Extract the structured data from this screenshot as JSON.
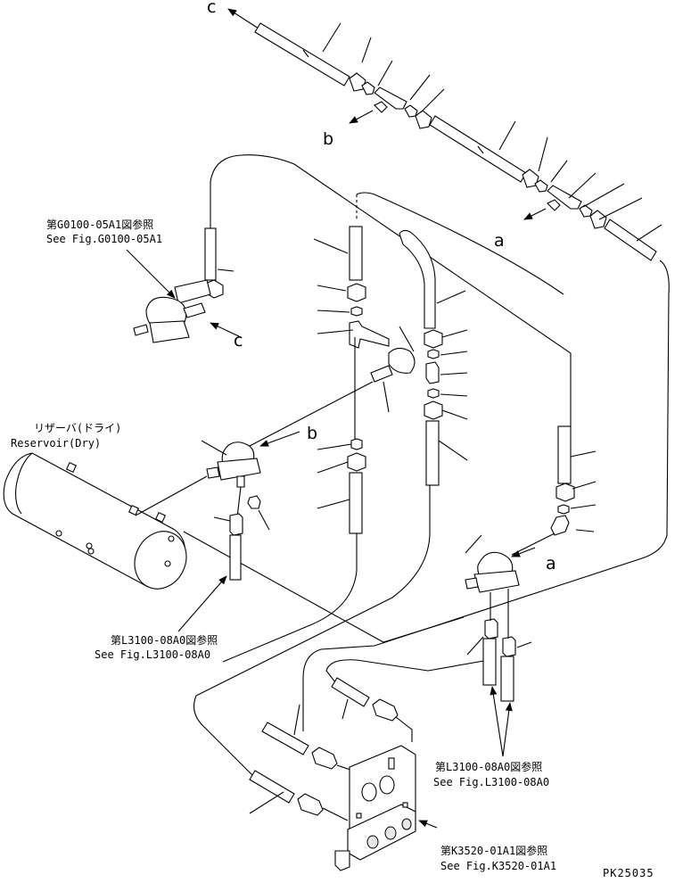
{
  "callouts": {
    "c_top": "c",
    "b_top": "b",
    "a_top": "a",
    "c_left": "c",
    "b_mid": "b",
    "a_bottom": "a"
  },
  "refs": {
    "g0100": {
      "jp": "第G0100-05A1図参照",
      "en": "See Fig.G0100-05A1"
    },
    "reservoir": {
      "jp": "リザーバ(ドライ)",
      "en": "Reservoir(Dry)"
    },
    "l3100_left": {
      "jp": "第L3100-08A0図参照",
      "en": "See Fig.L3100-08A0"
    },
    "l3100_right": {
      "jp": "第L3100-08A0図参照",
      "en": "See Fig.L3100-08A0"
    },
    "k3520": {
      "jp": "第K3520-01A1図参照",
      "en": "See Fig.K3520-01A1"
    }
  },
  "drawing_code": "PK25035"
}
